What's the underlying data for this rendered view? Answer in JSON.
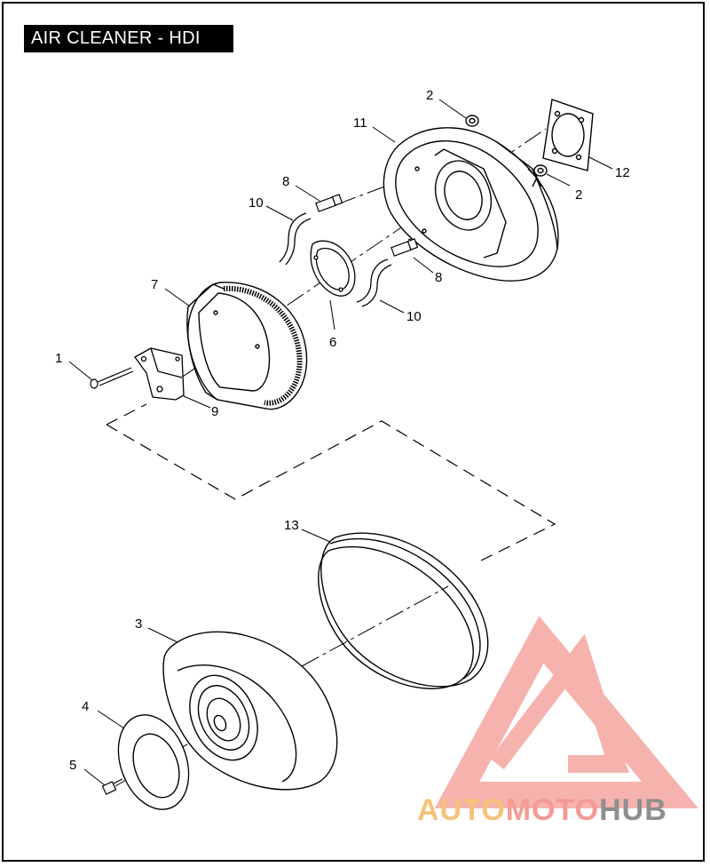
{
  "title": "AIR CLEANER - HDI",
  "callouts": {
    "c1": "1",
    "c2a": "2",
    "c2b": "2",
    "c3": "3",
    "c4": "4",
    "c5": "5",
    "c6": "6",
    "c7": "7",
    "c8a": "8",
    "c8b": "8",
    "c9": "9",
    "c10a": "10",
    "c10b": "10",
    "c11": "11",
    "c12": "12",
    "c13": "13"
  },
  "watermark": {
    "part1": "AUTO",
    "part2": "MOTO",
    "part3": "HUB"
  },
  "colors": {
    "watermark_gold": "#f6c27a",
    "watermark_pink": "#f49a94",
    "watermark_gray": "#8e8e8e"
  }
}
